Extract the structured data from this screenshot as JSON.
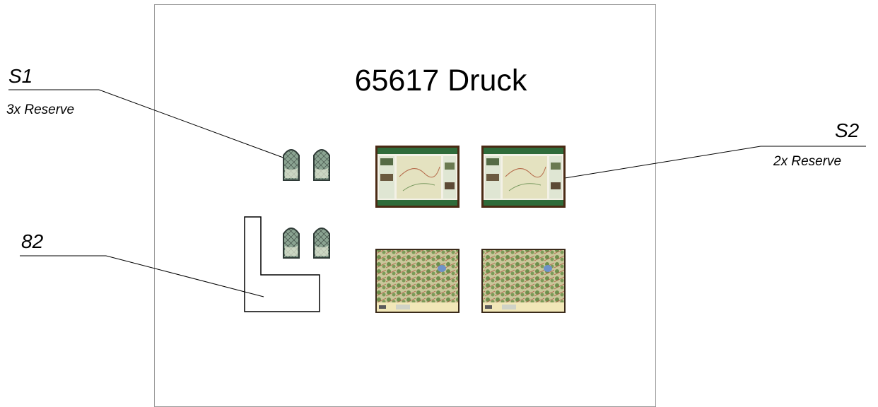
{
  "title": "65617 Druck",
  "labels": {
    "s1": {
      "name": "S1",
      "note": "3x Reserve"
    },
    "s2": {
      "name": "S2",
      "note": "2x Reserve"
    },
    "n82": {
      "name": "82"
    }
  },
  "colors": {
    "line": "#000000",
    "sheet_border": "#9a9a9a",
    "board_frame": "#4a2a14",
    "board_header": "#2f6b3a",
    "map_paper": "#e9e6c6",
    "forest": "#6e8f4c",
    "window_frame": "#2e3a36"
  }
}
